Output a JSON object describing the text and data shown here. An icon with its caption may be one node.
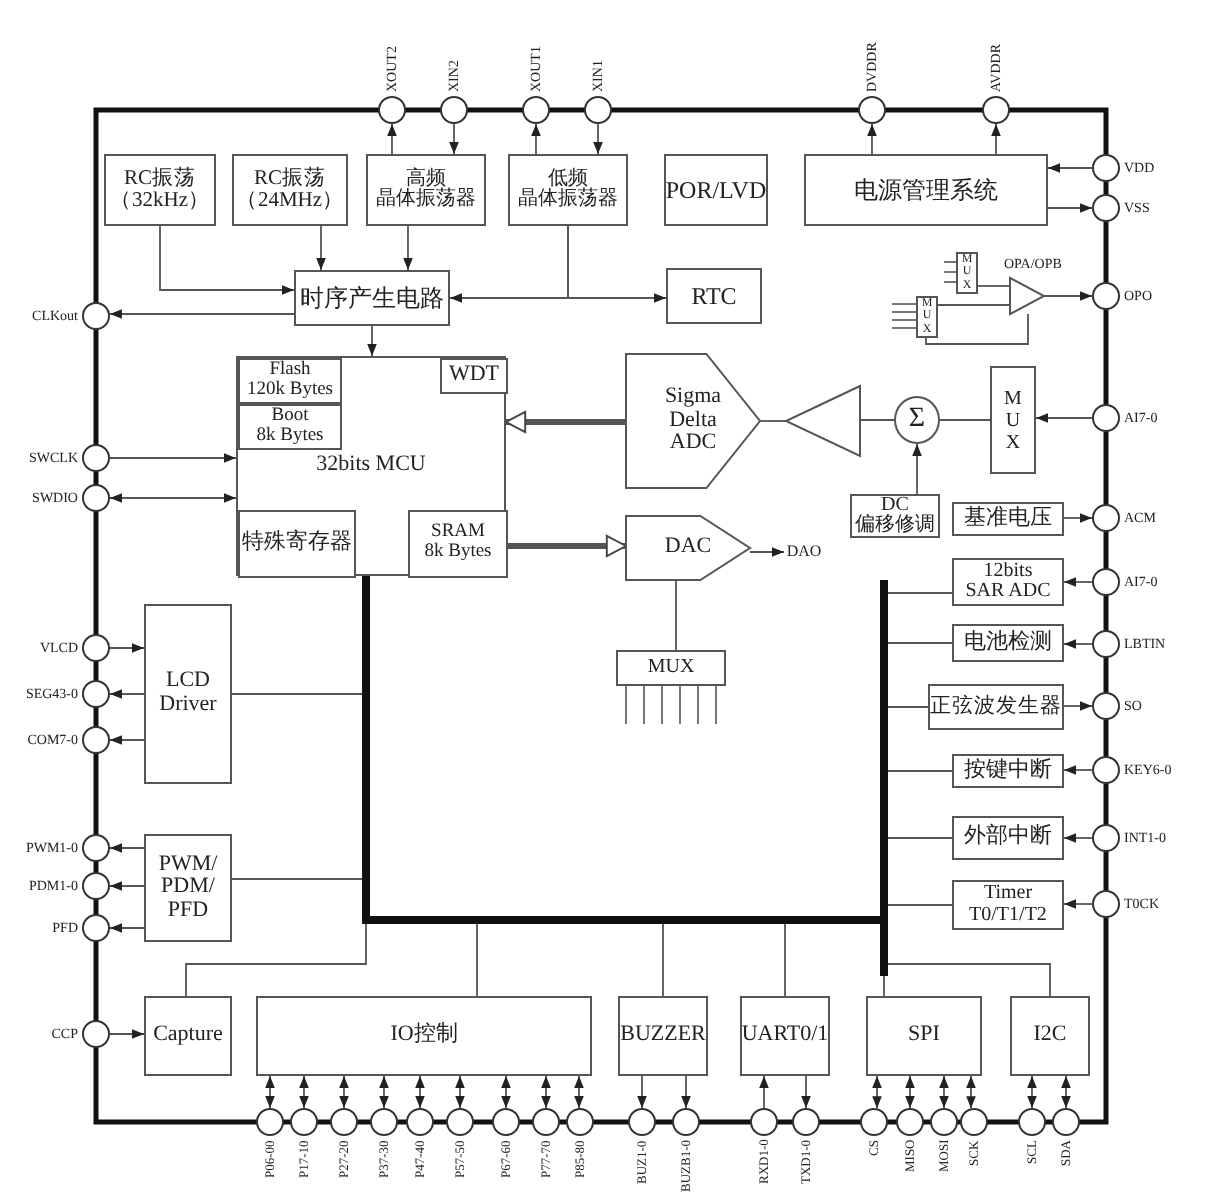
{
  "diagram": {
    "nodes": [
      {
        "text": [
          "RC振荡",
          "（32kHz）"
        ]
      },
      {
        "text": [
          "RC振荡",
          "（24MHz）"
        ]
      },
      {
        "text": [
          "高频",
          "晶体振荡器"
        ]
      },
      {
        "text": [
          "低频",
          "晶体振荡器"
        ]
      },
      {
        "text": [
          "POR/LVD"
        ]
      },
      {
        "text": [
          "电源管理系统"
        ]
      },
      {
        "text": [
          "时序产生电路"
        ]
      },
      {
        "text": [
          "RTC"
        ]
      },
      {
        "text": [
          "MUX"
        ]
      },
      {
        "text": [
          "MUX"
        ]
      },
      {
        "text": [],
        "shape": "triangle",
        "beside": [
          "OPA/OPB"
        ]
      },
      {
        "text": [
          "32bits MCU"
        ]
      },
      {
        "text": [
          "Flash",
          "120k Bytes"
        ],
        "in": 11
      },
      {
        "text": [
          "Boot",
          "8k Bytes"
        ],
        "in": 11
      },
      {
        "text": [
          "WDT"
        ],
        "in": 11
      },
      {
        "text": [
          "特殊寄存器"
        ],
        "in": 11
      },
      {
        "text": [
          "SRAM",
          "8k Bytes"
        ],
        "in": 11
      },
      {
        "text": [
          "Sigma Delta ADC"
        ]
      },
      {
        "text": [],
        "shape": "triangle"
      },
      {
        "text": [
          "Σ"
        ]
      },
      {
        "text": [
          "MUX"
        ]
      },
      {
        "text": [
          "DC",
          "偏移修调"
        ]
      },
      {
        "text": [
          "DAC"
        ]
      },
      {
        "text": [
          "DAO"
        ]
      },
      {
        "text": [
          "MUX"
        ]
      },
      {
        "text": [
          "基准电压"
        ]
      },
      {
        "text": [
          "12bits SAR ADC"
        ]
      },
      {
        "text": [
          "电池检测"
        ]
      },
      {
        "text": [
          "正弦波发生器"
        ]
      },
      {
        "text": [
          "按键中断"
        ]
      },
      {
        "text": [
          "外部中断"
        ]
      },
      {
        "text": [
          "Timer T0/T1/T2"
        ]
      },
      {
        "text": [
          "LCD Driver"
        ]
      },
      {
        "text": [
          "PWM/ PDM/ PFD"
        ]
      },
      {
        "text": [
          "Capture"
        ]
      },
      {
        "text": [
          "IO控制"
        ]
      },
      {
        "text": [
          "BUZZER"
        ]
      },
      {
        "text": [
          "UART0/1"
        ]
      },
      {
        "text": [
          "SPI"
        ]
      },
      {
        "text": [
          "I2C"
        ]
      },
      {
        "text": [],
        "shape": "bar"
      },
      {
        "text": [],
        "shape": "bar"
      },
      {
        "text": [],
        "shape": "bar"
      },
      {
        "text": [],
        "shape": "circle",
        "beside": [
          "XOUT2"
        ]
      },
      {
        "text": [],
        "shape": "circle",
        "beside": [
          "XIN2"
        ]
      },
      {
        "text": [],
        "shape": "circle",
        "beside": [
          "XOUT1"
        ]
      },
      {
        "text": [],
        "shape": "circle",
        "beside": [
          "XIN1"
        ]
      },
      {
        "text": [],
        "shape": "circle",
        "beside": [
          "DVDDR"
        ]
      },
      {
        "text": [],
        "shape": "circle",
        "beside": [
          "AVDDR"
        ]
      },
      {
        "text": [],
        "shape": "circle",
        "beside": [
          "CLKout"
        ]
      },
      {
        "text": [],
        "shape": "circle",
        "beside": [
          "SWCLK"
        ]
      },
      {
        "text": [],
        "shape": "circle",
        "beside": [
          "SWDIO"
        ]
      },
      {
        "text": [],
        "shape": "circle",
        "beside": [
          "VLCD"
        ]
      },
      {
        "text": [],
        "shape": "circle",
        "beside": [
          "SEG43-0"
        ]
      },
      {
        "text": [],
        "shape": "circle",
        "beside": [
          "COM7-0"
        ]
      },
      {
        "text": [],
        "shape": "circle",
        "beside": [
          "PWM1-0"
        ]
      },
      {
        "text": [],
        "shape": "circle",
        "beside": [
          "PDM1-0"
        ]
      },
      {
        "text": [],
        "shape": "circle",
        "beside": [
          "PFD"
        ]
      },
      {
        "text": [],
        "shape": "circle",
        "beside": [
          "CCP"
        ]
      },
      {
        "text": [],
        "shape": "circle",
        "beside": [
          "VDD"
        ]
      },
      {
        "text": [],
        "shape": "circle",
        "beside": [
          "VSS"
        ]
      },
      {
        "text": [],
        "shape": "circle",
        "beside": [
          "OPO"
        ]
      },
      {
        "text": [],
        "shape": "circle",
        "beside": [
          "AI7-0"
        ]
      },
      {
        "text": [],
        "shape": "circle",
        "beside": [
          "ACM"
        ]
      },
      {
        "text": [],
        "shape": "circle",
        "beside": [
          "AI7-0"
        ]
      },
      {
        "text": [],
        "shape": "circle",
        "beside": [
          "LBTIN"
        ]
      },
      {
        "text": [],
        "shape": "circle",
        "beside": [
          "SO"
        ]
      },
      {
        "text": [],
        "shape": "circle",
        "beside": [
          "KEY6-0"
        ]
      },
      {
        "text": [],
        "shape": "circle",
        "beside": [
          "INT1-0"
        ]
      },
      {
        "text": [],
        "shape": "circle",
        "beside": [
          "T0CK"
        ]
      },
      {
        "text": [],
        "shape": "circle",
        "beside": [
          "P06-00"
        ]
      },
      {
        "text": [],
        "shape": "circle",
        "beside": [
          "P17-10"
        ]
      },
      {
        "text": [],
        "shape": "circle",
        "beside": [
          "P27-20"
        ]
      },
      {
        "text": [],
        "shape": "circle",
        "beside": [
          "P37-30"
        ]
      },
      {
        "text": [],
        "shape": "circle",
        "beside": [
          "P47-40"
        ]
      },
      {
        "text": [],
        "shape": "circle",
        "beside": [
          "P57-50"
        ]
      },
      {
        "text": [],
        "shape": "circle",
        "beside": [
          "P67-60"
        ]
      },
      {
        "text": [],
        "shape": "circle",
        "beside": [
          "P77-70"
        ]
      },
      {
        "text": [],
        "shape": "circle",
        "beside": [
          "P85-80"
        ]
      },
      {
        "text": [],
        "shape": "circle",
        "beside": [
          "BUZ1-0"
        ]
      },
      {
        "text": [],
        "shape": "circle",
        "beside": [
          "BUZB1-0"
        ]
      },
      {
        "text": [],
        "shape": "circle",
        "beside": [
          "RXD1-0"
        ]
      },
      {
        "text": [],
        "shape": "circle",
        "beside": [
          "TXD1-0"
        ]
      },
      {
        "text": [],
        "shape": "circle",
        "beside": [
          "CS"
        ]
      },
      {
        "text": [],
        "shape": "circle",
        "beside": [
          "MISO"
        ]
      },
      {
        "text": [],
        "shape": "circle",
        "beside": [
          "MOSI"
        ]
      },
      {
        "text": [],
        "shape": "circle",
        "beside": [
          "SCK"
        ]
      },
      {
        "text": [],
        "shape": "circle",
        "beside": [
          "SCL"
        ]
      },
      {
        "text": [],
        "shape": "circle",
        "beside": [
          "SDA"
        ]
      }
    ],
    "edges": [
      {
        "from": 2,
        "to": 43,
        "arrow": "to"
      },
      {
        "from": 44,
        "to": 2,
        "arrow": "to"
      },
      {
        "from": 3,
        "to": 45,
        "arrow": "to"
      },
      {
        "from": 46,
        "to": 3,
        "arrow": "to"
      },
      {
        "from": 5,
        "to": 47,
        "arrow": "to"
      },
      {
        "from": 5,
        "to": 48,
        "arrow": "to"
      },
      {
        "from": 59,
        "to": 5,
        "arrow": "to"
      },
      {
        "from": 5,
        "to": 60,
        "arrow": "to"
      },
      {
        "from": 0,
        "to": 6,
        "arrow": "to"
      },
      {
        "from": 1,
        "to": 6,
        "arrow": "to"
      },
      {
        "from": 2,
        "to": 6,
        "arrow": "to"
      },
      {
        "from": 3,
        "to": 6,
        "arrow": "to"
      },
      {
        "from": 3,
        "to": 7,
        "arrow": "to"
      },
      {
        "from": 6,
        "to": 49,
        "arrow": "to"
      },
      {
        "from": 6,
        "to": 11,
        "arrow": "to"
      },
      {
        "from": 8,
        "to": 10,
        "arrow": "none"
      },
      {
        "from": 9,
        "to": 10,
        "arrow": "none"
      },
      {
        "from": 10,
        "to": 61,
        "arrow": "to"
      },
      {
        "from": 10,
        "to": 9,
        "arrow": "none"
      },
      {
        "from": 50,
        "to": 11,
        "arrow": "to"
      },
      {
        "from": 51,
        "to": 11,
        "arrow": "both"
      },
      {
        "from": 17,
        "to": 11,
        "arrow": "to",
        "style": "thick"
      },
      {
        "from": 16,
        "to": 22,
        "arrow": "to",
        "style": "thick"
      },
      {
        "from": 18,
        "to": 17,
        "arrow": "none"
      },
      {
        "from": 19,
        "to": 18,
        "arrow": "none"
      },
      {
        "from": 21,
        "to": 19,
        "arrow": "to"
      },
      {
        "from": 20,
        "to": 19,
        "arrow": "none"
      },
      {
        "from": 62,
        "to": 20,
        "arrow": "to"
      },
      {
        "from": 25,
        "to": 63,
        "arrow": "to"
      },
      {
        "from": 64,
        "to": 26,
        "arrow": "to"
      },
      {
        "from": 65,
        "to": 27,
        "arrow": "to"
      },
      {
        "from": 28,
        "to": 66,
        "arrow": "to"
      },
      {
        "from": 67,
        "to": 29,
        "arrow": "to"
      },
      {
        "from": 68,
        "to": 30,
        "arrow": "to"
      },
      {
        "from": 69,
        "to": 31,
        "arrow": "to"
      },
      {
        "from": 22,
        "to": 23,
        "arrow": "to"
      },
      {
        "from": 22,
        "to": 24,
        "arrow": "none"
      },
      {
        "from": 52,
        "to": 32,
        "arrow": "to"
      },
      {
        "from": 32,
        "to": 53,
        "arrow": "to"
      },
      {
        "from": 32,
        "to": 54,
        "arrow": "to"
      },
      {
        "from": 33,
        "to": 55,
        "arrow": "to"
      },
      {
        "from": 33,
        "to": 56,
        "arrow": "to"
      },
      {
        "from": 33,
        "to": 57,
        "arrow": "to"
      },
      {
        "from": 58,
        "to": 34,
        "arrow": "to"
      },
      {
        "from": 35,
        "to": 70,
        "arrow": "both"
      },
      {
        "from": 35,
        "to": 71,
        "arrow": "both"
      },
      {
        "from": 35,
        "to": 72,
        "arrow": "both"
      },
      {
        "from": 35,
        "to": 73,
        "arrow": "both"
      },
      {
        "from": 35,
        "to": 74,
        "arrow": "both"
      },
      {
        "from": 35,
        "to": 75,
        "arrow": "both"
      },
      {
        "from": 35,
        "to": 76,
        "arrow": "both"
      },
      {
        "from": 35,
        "to": 77,
        "arrow": "both"
      },
      {
        "from": 35,
        "to": 78,
        "arrow": "both"
      },
      {
        "from": 36,
        "to": 79,
        "arrow": "to"
      },
      {
        "from": 36,
        "to": 80,
        "arrow": "to"
      },
      {
        "from": 81,
        "to": 37,
        "arrow": "to"
      },
      {
        "from": 37,
        "to": 82,
        "arrow": "to"
      },
      {
        "from": 38,
        "to": 83,
        "arrow": "both"
      },
      {
        "from": 38,
        "to": 84,
        "arrow": "both"
      },
      {
        "from": 38,
        "to": 85,
        "arrow": "both"
      },
      {
        "from": 38,
        "to": 86,
        "arrow": "both"
      },
      {
        "from": 39,
        "to": 87,
        "arrow": "both"
      },
      {
        "from": 39,
        "to": 88,
        "arrow": "both"
      },
      {
        "from": 40,
        "to": 32,
        "arrow": "none"
      },
      {
        "from": 40,
        "to": 33,
        "arrow": "none"
      },
      {
        "from": 40,
        "to": 34,
        "arrow": "none"
      },
      {
        "from": 41,
        "to": 35,
        "arrow": "none"
      },
      {
        "from": 41,
        "to": 36,
        "arrow": "none"
      },
      {
        "from": 41,
        "to": 37,
        "arrow": "none"
      },
      {
        "from": 42,
        "to": 38,
        "arrow": "none"
      },
      {
        "from": 42,
        "to": 39,
        "arrow": "none"
      },
      {
        "from": 42,
        "to": 26,
        "arrow": "none"
      },
      {
        "from": 42,
        "to": 27,
        "arrow": "none"
      },
      {
        "from": 42,
        "to": 28,
        "arrow": "none"
      },
      {
        "from": 42,
        "to": 29,
        "arrow": "none"
      },
      {
        "from": 42,
        "to": 30,
        "arrow": "none"
      },
      {
        "from": 42,
        "to": 31,
        "arrow": "none"
      }
    ]
  }
}
